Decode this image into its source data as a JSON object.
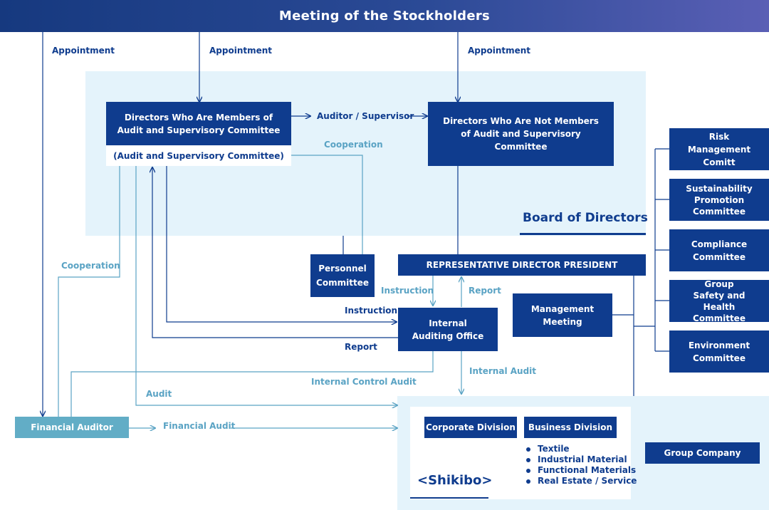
{
  "header": {
    "title": "Meeting of the Stockholders"
  },
  "appointments": [
    "Appointment",
    "Appointment",
    "Appointment"
  ],
  "board": {
    "title": "Board of Directors",
    "audit_committee": {
      "name": "Directors Who Are Members of Audit and Supervisory Committee",
      "subtitle": "(Audit and Supervisory Committee)"
    },
    "auditor_supervisor": "Auditor / Supervisor",
    "non_audit_directors": "Directors Who Are Not Members of Audit and Supervisory Committee",
    "cooperation": "Cooperation"
  },
  "personnel_committee": "Personnel Committee",
  "president": "REPRESENTATIVE DIRECTOR PRESIDENT",
  "management_meeting": "Management Meeting",
  "internal_auditing_office": "Internal Auditing Office",
  "labels": {
    "cooperation_left": "Cooperation",
    "instruction_upper": "Instruction",
    "report_upper": "Report",
    "instruction_lower": "Instruction",
    "report_lower": "Report",
    "internal_audit": "Internal Audit",
    "internal_control_audit": "Internal Control Audit",
    "audit": "Audit",
    "financial_audit": "Financial Audit"
  },
  "committees": [
    "Risk Management Comitt",
    "Sustainability Promotion Committee",
    "Compliance Committee",
    "Group Safety and Health Committee",
    "Environment Committee"
  ],
  "financial_auditor": "Financial Auditor",
  "company": {
    "corporate_division": "Corporate Division",
    "business_division": "Business Division",
    "business_items": [
      "Textile",
      "Industrial Material",
      "Functional Materials",
      "Real Estate / Service"
    ],
    "logo": "<Shikibo>",
    "group_company": "Group Company"
  },
  "colors": {
    "navy": "#0f3c8e",
    "light_blue": "#5aa3c4",
    "panel": "#e4f3fb",
    "auditor_box": "#62adc6"
  }
}
